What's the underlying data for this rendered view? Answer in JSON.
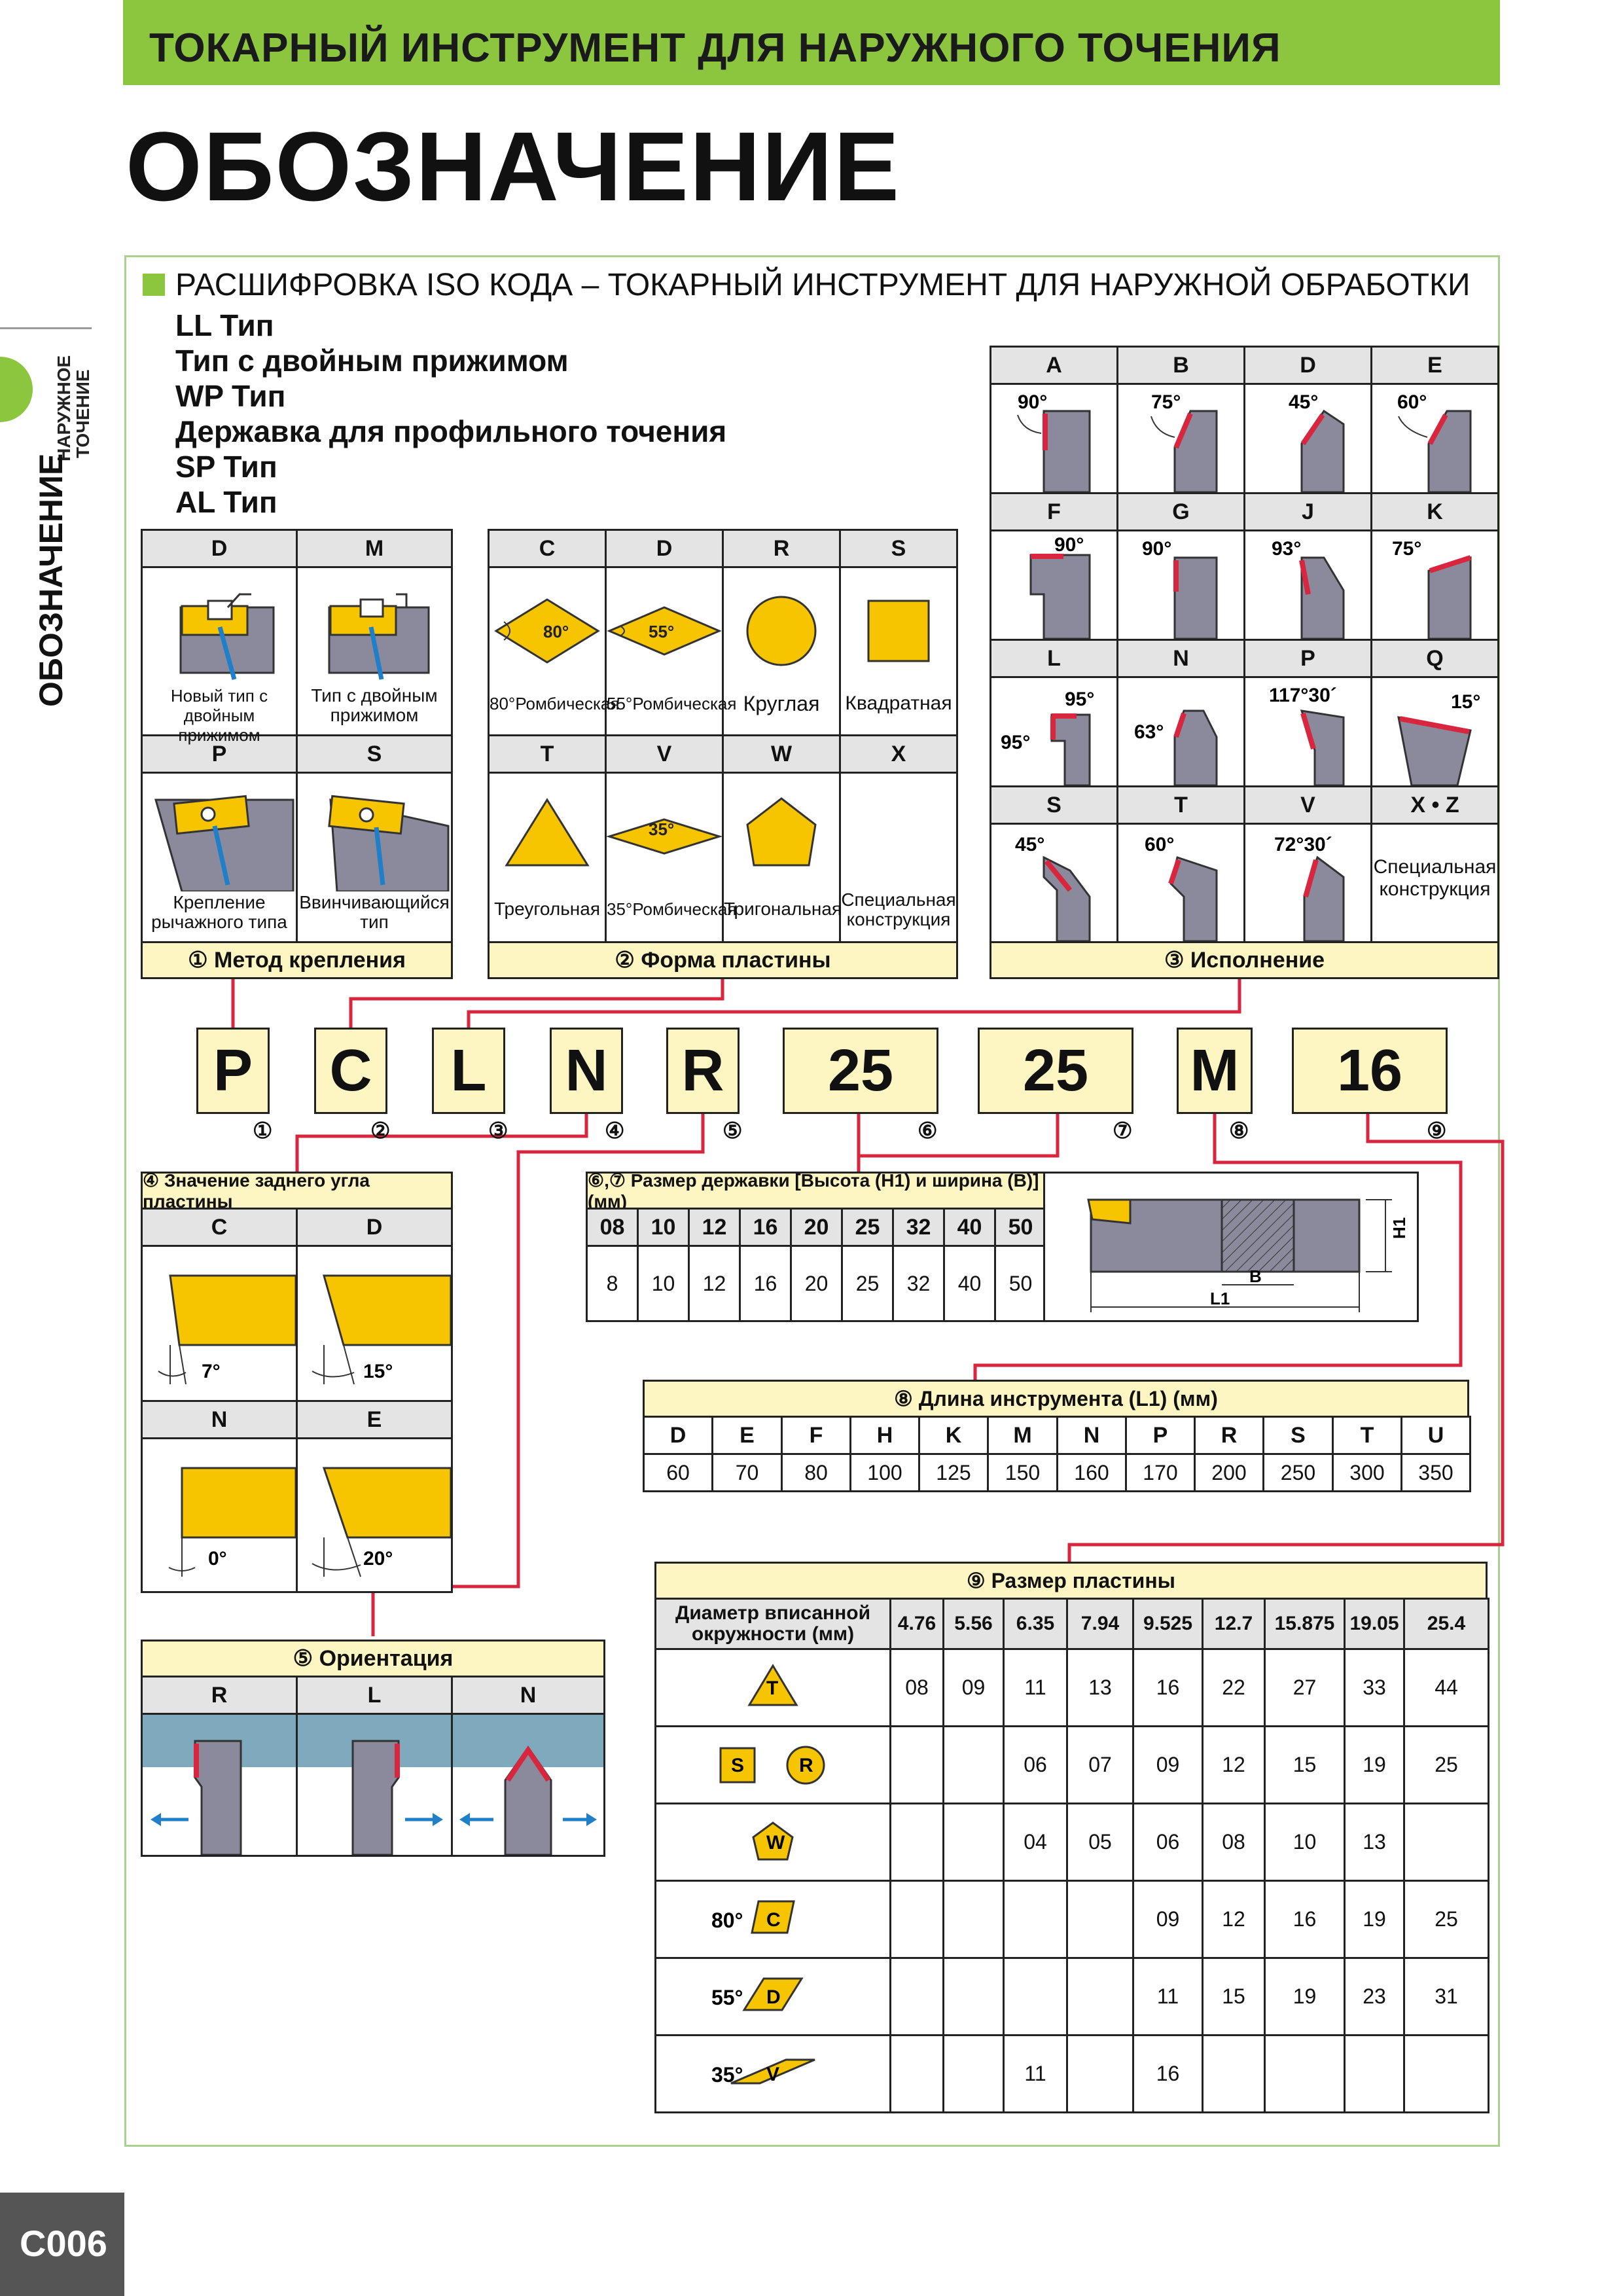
{
  "header": {
    "bar_text": "ТОКАРНЫЙ ИНСТРУМЕНТ ДЛЯ НАРУЖНОГО ТОЧЕНИЯ",
    "title": "ОБОЗНАЧЕНИЕ"
  },
  "side_tab": {
    "sub_line1": "НАРУЖНОЕ",
    "sub_line2": "ТОЧЕНИЕ",
    "main": "ОБОЗНАЧЕНИЕ"
  },
  "section": {
    "title": "РАСШИФРОВКА ISO КОДА – ТОКАРНЫЙ ИНСТРУМЕНТ ДЛЯ НАРУЖНОЙ ОБРАБОТКИ",
    "types": [
      "LL Тип",
      "Тип с двойным прижимом",
      "WP Тип",
      "Державка для профильного точения",
      "SP Тип",
      "AL Тип"
    ]
  },
  "clamping": {
    "caption": "① Метод крепления",
    "items": [
      {
        "code": "D",
        "desc1": "Новый тип с",
        "desc2": "двойным прижимом"
      },
      {
        "code": "M",
        "desc1": "Тип с двойным",
        "desc2": "прижимом"
      },
      {
        "code": "P",
        "desc1": "Крепление",
        "desc2": "рычажного типа"
      },
      {
        "code": "S",
        "desc1": "Ввинчивающийся",
        "desc2": "тип"
      }
    ]
  },
  "insert_shape": {
    "caption": "② Форма пластины",
    "items": [
      {
        "code": "C",
        "desc1": "80°Ромбическая",
        "desc2": "",
        "angle": "80°"
      },
      {
        "code": "D",
        "desc1": "55°Ромбическая",
        "desc2": "",
        "angle": "55°"
      },
      {
        "code": "R",
        "desc1": "Круглая",
        "desc2": ""
      },
      {
        "code": "S",
        "desc1": "Квадратная",
        "desc2": ""
      },
      {
        "code": "T",
        "desc1": "Треугольная",
        "desc2": ""
      },
      {
        "code": "V",
        "desc1": "35°Ромбическая",
        "desc2": "",
        "angle": "35°"
      },
      {
        "code": "W",
        "desc1": "Тригональная",
        "desc2": ""
      },
      {
        "code": "X",
        "desc1": "Специальная",
        "desc2": "конструкция"
      }
    ]
  },
  "style": {
    "caption": "③ Исполнение",
    "items": [
      {
        "code": "A",
        "angle": "90°"
      },
      {
        "code": "B",
        "angle": "75°"
      },
      {
        "code": "D",
        "angle": "45°"
      },
      {
        "code": "E",
        "angle": "60°"
      },
      {
        "code": "F",
        "angle": "90°"
      },
      {
        "code": "G",
        "angle": "90°"
      },
      {
        "code": "J",
        "angle": "93°"
      },
      {
        "code": "K",
        "angle": "75°"
      },
      {
        "code": "L",
        "angle": "95°",
        "angle2": "95°"
      },
      {
        "code": "N",
        "angle": "63°"
      },
      {
        "code": "P",
        "angle": "117°30´"
      },
      {
        "code": "Q",
        "angle": "15°"
      },
      {
        "code": "S",
        "angle": "45°"
      },
      {
        "code": "T",
        "angle": "60°"
      },
      {
        "code": "V",
        "angle": "72°30´"
      },
      {
        "code": "X • Z",
        "desc1": "Специальная",
        "desc2": "конструкция"
      }
    ]
  },
  "code": {
    "boxes": [
      {
        "value": "P",
        "marker": "①"
      },
      {
        "value": "C",
        "marker": "②"
      },
      {
        "value": "L",
        "marker": "③"
      },
      {
        "value": "N",
        "marker": "④"
      },
      {
        "value": "R",
        "marker": "⑤"
      },
      {
        "value": "25",
        "marker": "⑥"
      },
      {
        "value": "25",
        "marker": "⑦"
      },
      {
        "value": "M",
        "marker": "⑧"
      },
      {
        "value": "16",
        "marker": "⑨"
      }
    ]
  },
  "clearance": {
    "caption": "④ Значение заднего угла пластины",
    "items": [
      {
        "code": "C",
        "angle": "7°"
      },
      {
        "code": "D",
        "angle": "15°"
      },
      {
        "code": "N",
        "angle": "0°"
      },
      {
        "code": "E",
        "angle": "20°"
      }
    ]
  },
  "shank_size": {
    "caption": "⑥,⑦ Размер державки [Высота (H1) и ширина (B)] (мм)",
    "codes": [
      "08",
      "10",
      "12",
      "16",
      "20",
      "25",
      "32",
      "40",
      "50"
    ],
    "values": [
      "8",
      "10",
      "12",
      "16",
      "20",
      "25",
      "32",
      "40",
      "50"
    ],
    "diagram": {
      "h_label": "H1",
      "b_label": "B",
      "l_label": "L1"
    }
  },
  "length": {
    "caption": "⑧ Длина инструмента (L1) (мм)",
    "codes": [
      "D",
      "E",
      "F",
      "H",
      "K",
      "M",
      "N",
      "P",
      "R",
      "S",
      "T",
      "U"
    ],
    "values": [
      "60",
      "70",
      "80",
      "100",
      "125",
      "150",
      "160",
      "170",
      "200",
      "250",
      "300",
      "350"
    ]
  },
  "hand": {
    "caption": "⑤ Ориентация",
    "items": [
      {
        "code": "R"
      },
      {
        "code": "L"
      },
      {
        "code": "N"
      }
    ]
  },
  "insert_size": {
    "caption": "⑨ Размер пластины",
    "col_header1": "Диаметр вписанной",
    "col_header2": "окружности (мм)",
    "diameters": [
      "4.76",
      "5.56",
      "6.35",
      "7.94",
      "9.525",
      "12.7",
      "15.875",
      "19.05",
      "25.4"
    ],
    "rows": [
      {
        "shapes": [
          "T"
        ],
        "angle": "",
        "cells": [
          "08",
          "09",
          "11",
          "13",
          "16",
          "22",
          "27",
          "33",
          "44"
        ]
      },
      {
        "shapes": [
          "S",
          "R"
        ],
        "angle": "",
        "cells": [
          "",
          "",
          "06",
          "07",
          "09",
          "12",
          "15",
          "19",
          "25"
        ]
      },
      {
        "shapes": [
          "W"
        ],
        "angle": "",
        "cells": [
          "",
          "",
          "04",
          "05",
          "06",
          "08",
          "10",
          "13",
          ""
        ]
      },
      {
        "shapes": [
          "C"
        ],
        "angle": "80°",
        "cells": [
          "",
          "",
          "",
          "",
          "09",
          "12",
          "16",
          "19",
          "25"
        ]
      },
      {
        "shapes": [
          "D"
        ],
        "angle": "55°",
        "cells": [
          "",
          "",
          "",
          "",
          "11",
          "15",
          "19",
          "23",
          "31"
        ]
      },
      {
        "shapes": [
          "V"
        ],
        "angle": "35°",
        "cells": [
          "",
          "",
          "11",
          "",
          "16",
          "",
          "",
          "",
          ""
        ]
      }
    ]
  },
  "page": {
    "number": "C006"
  },
  "colors": {
    "green": "#8cc63f",
    "yellow": "#f7c400",
    "red": "#d7263d",
    "cream": "#fdf5c2",
    "tool": "#8a8a9c"
  }
}
